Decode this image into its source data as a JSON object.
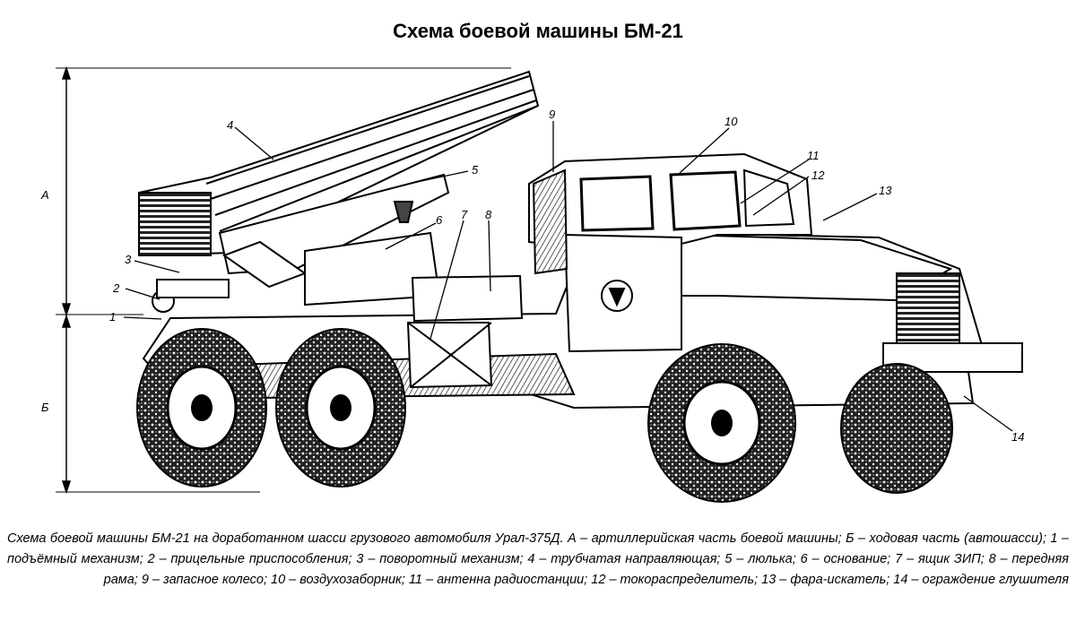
{
  "title": "Схема боевой машины БМ-21",
  "dimensions": {
    "a": "А",
    "b": "Б"
  },
  "callouts": [
    "1",
    "2",
    "3",
    "4",
    "5",
    "6",
    "7",
    "8",
    "9",
    "10",
    "11",
    "12",
    "13",
    "14"
  ],
  "caption": "Схема боевой машины БМ-21 на доработанном шасси грузового автомобиля Урал-375Д. А – артиллерийская часть боевой машины; Б – ходовая часть (автошасси); 1 – подъёмный механизм; 2 – прицельные приспособления; 3 – поворотный механизм; 4 – трубчатая направляющая; 5 – люлька; 6 – основание; 7 – ящик ЗИП; 8 – передняя рама; 9 – запасное колесо; 10 – воздухозаборник; 11 – антенна радиостанции; 12 – токораспределитель; 13 – фара-искатель; 14 – ограждение глушителя"
}
